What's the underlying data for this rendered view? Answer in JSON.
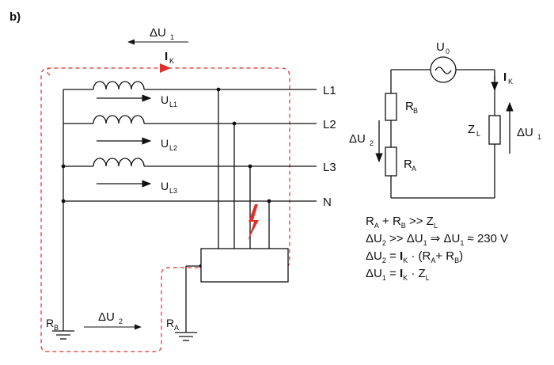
{
  "panel_label": "b)",
  "top": {
    "arrow_label": "ΔU",
    "arrow_sub": "1",
    "current_label": "I",
    "current_sub": "K"
  },
  "lines": [
    {
      "name": "L1",
      "u": "U",
      "u_sub": "L1"
    },
    {
      "name": "L2",
      "u": "U",
      "u_sub": "L2"
    },
    {
      "name": "L3",
      "u": "U",
      "u_sub": "L3"
    },
    {
      "name": "N"
    }
  ],
  "bottom": {
    "rb": "R",
    "rb_sub": "B",
    "du2": "ΔU",
    "du2_sub": "2",
    "ra": "R",
    "ra_sub": "A"
  },
  "equivalent": {
    "source": "U",
    "source_sub": "0",
    "current": "I",
    "current_sub": "K",
    "rb": "R",
    "rb_sub": "B",
    "ra": "R",
    "ra_sub": "A",
    "zl": "Z",
    "zl_sub": "L",
    "du2": "ΔU",
    "du2_sub": "2",
    "du1": "ΔU",
    "du1_sub": "1"
  },
  "equations": [
    "R_A + R_B >> Z_L",
    "ΔU_2 >> ΔU_1 ⇒ ΔU_1 ≈ 230 V",
    "ΔU_2 = I_K · (R_A + R_B)",
    "ΔU_1 = I_K · Z_L"
  ],
  "colors": {
    "wire": "#111111",
    "fault": "#e0302a"
  }
}
